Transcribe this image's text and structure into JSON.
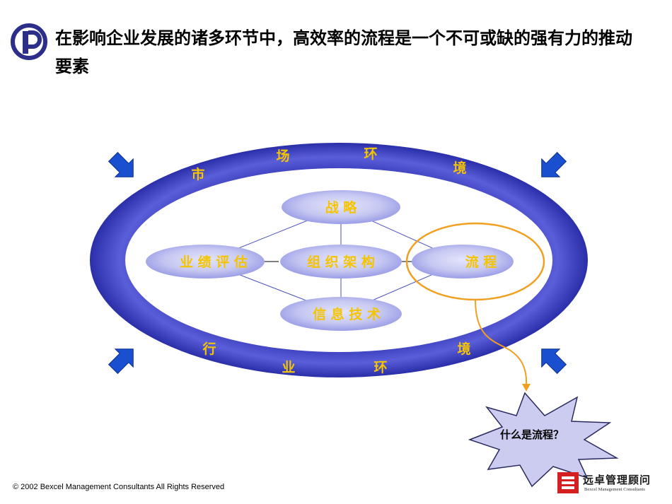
{
  "title": "在影响企业发展的诸多环节中，高效率的流程是一个不可或缺的强有力的推动要素",
  "ring_top": [
    "市",
    "场",
    "环",
    "境"
  ],
  "ring_bottom": [
    "行",
    "业",
    "环",
    "境"
  ],
  "nodes": {
    "strategy": "战 略",
    "performance": "业 绩 评 估",
    "organization": "组 织 架 构",
    "process": "流 程",
    "it": "信 息 技 术"
  },
  "callout": "什么是流程？",
  "footer": "© 2002 Bexcel Management Consultants All Rights Reserved",
  "brand": {
    "name": "远卓管理顾问",
    "sub": "Bexcel Management Consultants"
  },
  "colors": {
    "ring": "#3a3ec0",
    "node_fill": "#c8caf2",
    "label": "#f5c400",
    "highlight": "#f0a020",
    "arrow": "#1a4fd0"
  },
  "icons": [
    "logo-icon",
    "arrow-icon",
    "starburst-icon"
  ]
}
